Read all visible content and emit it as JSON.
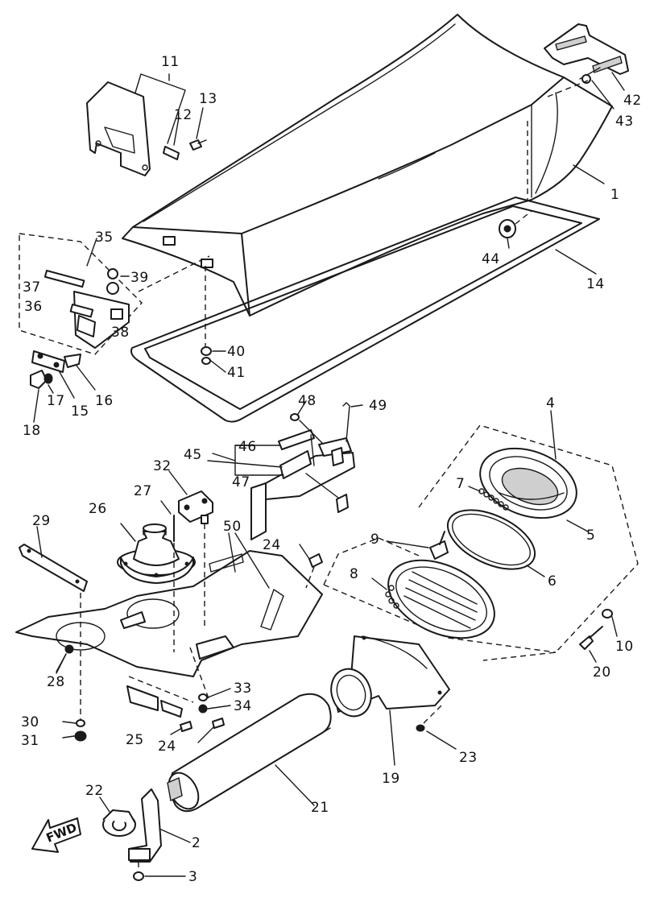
{
  "callouts": [
    {
      "id": "c11",
      "text": "11"
    },
    {
      "id": "c12",
      "text": "12"
    },
    {
      "id": "c13",
      "text": "13"
    },
    {
      "id": "c42",
      "text": "42"
    },
    {
      "id": "c43",
      "text": "43"
    },
    {
      "id": "c1",
      "text": "1"
    },
    {
      "id": "c35",
      "text": "35"
    },
    {
      "id": "c39",
      "text": "39"
    },
    {
      "id": "c37",
      "text": "37"
    },
    {
      "id": "c36",
      "text": "36"
    },
    {
      "id": "c38",
      "text": "38"
    },
    {
      "id": "c44",
      "text": "44"
    },
    {
      "id": "c14",
      "text": "14"
    },
    {
      "id": "c40",
      "text": "40"
    },
    {
      "id": "c41",
      "text": "41"
    },
    {
      "id": "c18",
      "text": "18"
    },
    {
      "id": "c17",
      "text": "17"
    },
    {
      "id": "c15",
      "text": "15"
    },
    {
      "id": "c16",
      "text": "16"
    },
    {
      "id": "c48",
      "text": "48"
    },
    {
      "id": "c49",
      "text": "49"
    },
    {
      "id": "c4",
      "text": "4"
    },
    {
      "id": "c46",
      "text": "46"
    },
    {
      "id": "c45",
      "text": "45"
    },
    {
      "id": "c47",
      "text": "47"
    },
    {
      "id": "c32",
      "text": "32"
    },
    {
      "id": "c7",
      "text": "7"
    },
    {
      "id": "c27",
      "text": "27"
    },
    {
      "id": "c26",
      "text": "26"
    },
    {
      "id": "c50",
      "text": "50"
    },
    {
      "id": "c5",
      "text": "5"
    },
    {
      "id": "c29",
      "text": "29"
    },
    {
      "id": "c24a",
      "text": "24"
    },
    {
      "id": "c9",
      "text": "9"
    },
    {
      "id": "c6",
      "text": "6"
    },
    {
      "id": "c8",
      "text": "8"
    },
    {
      "id": "c10",
      "text": "10"
    },
    {
      "id": "c28",
      "text": "28"
    },
    {
      "id": "c20",
      "text": "20"
    },
    {
      "id": "c33",
      "text": "33"
    },
    {
      "id": "c34",
      "text": "34"
    },
    {
      "id": "c30",
      "text": "30"
    },
    {
      "id": "c31",
      "text": "31"
    },
    {
      "id": "c25",
      "text": "25"
    },
    {
      "id": "c24b",
      "text": "24"
    },
    {
      "id": "c23",
      "text": "23"
    },
    {
      "id": "c19",
      "text": "19"
    },
    {
      "id": "c21",
      "text": "21"
    },
    {
      "id": "c22",
      "text": "22"
    },
    {
      "id": "c2",
      "text": "2"
    },
    {
      "id": "c3",
      "text": "3"
    }
  ],
  "fwd_label": "FWD"
}
